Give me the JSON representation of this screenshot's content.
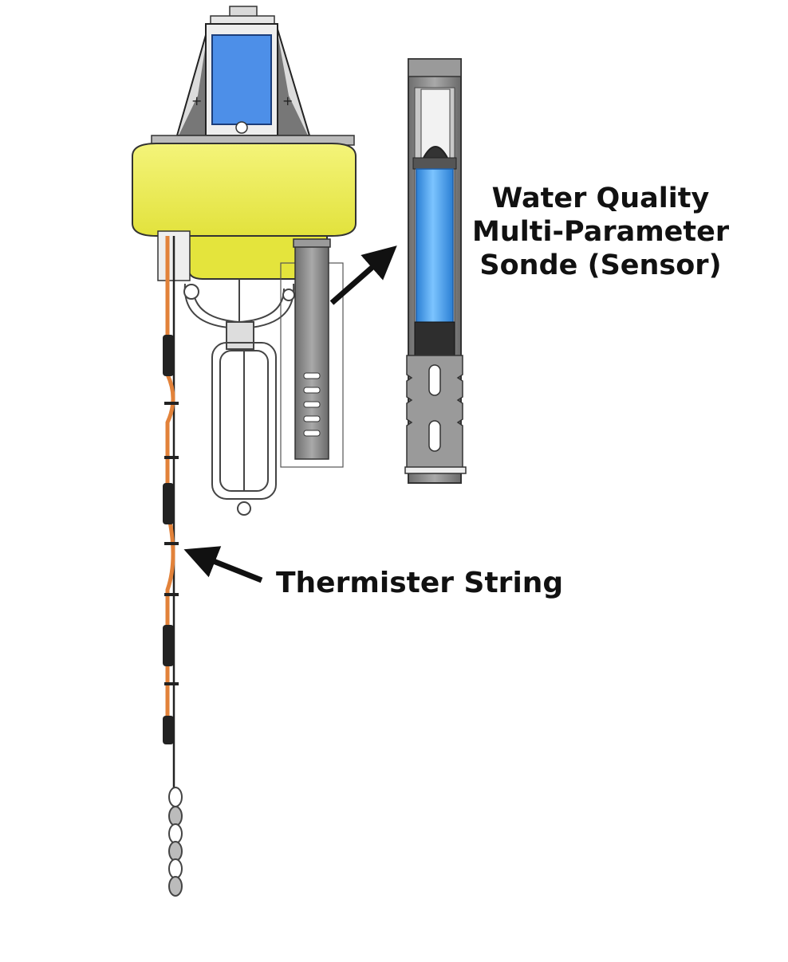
{
  "labels": {
    "sonde_line1": "Water Quality",
    "sonde_line2": "Multi-Parameter",
    "sonde_line3": "Sonde (Sensor)",
    "thermister": "Thermister String"
  },
  "colors": {
    "buoy_yellow": "#ecec4e",
    "buoy_yellow_dark": "#cccc2a",
    "panel_blue": "#4d8fe8",
    "sonde_blue": "#3d9ef0",
    "cable_orange": "#e2823a",
    "metal_grey": "#8a8a8a",
    "arrow_black": "#111111"
  },
  "icons": {
    "buoy": "buoy-drawing",
    "sonde": "sonde-cutaway-drawing",
    "arrow": "pointer-arrow"
  }
}
